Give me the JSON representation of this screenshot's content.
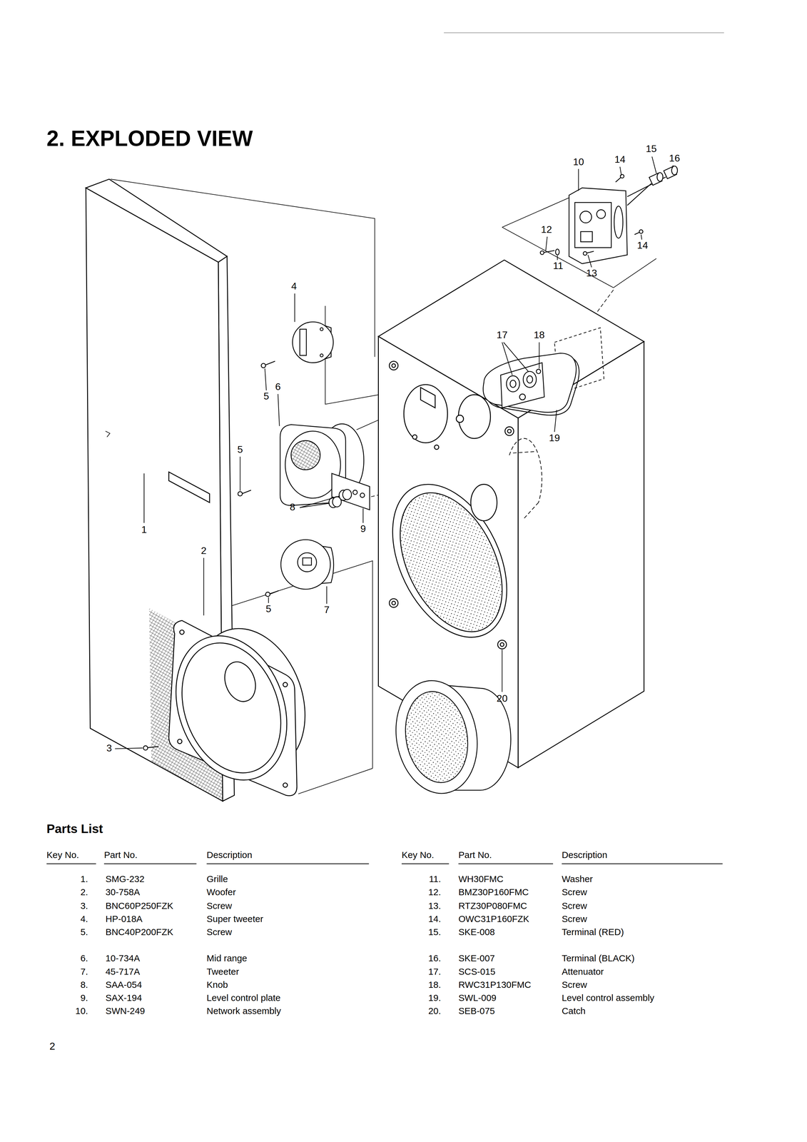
{
  "diagram": {
    "title": "2. EXPLODED VIEW",
    "labels": [
      "15",
      "10",
      "14",
      "16",
      "12",
      "14",
      "11",
      "13",
      "4",
      "17",
      "18",
      "5",
      "6",
      "19",
      "5",
      "8",
      "9",
      "1",
      "2",
      "5",
      "7",
      "20",
      "3",
      "Parts List",
      "Key No.",
      "Part No.",
      "Description",
      "Key No.",
      "Part No.",
      "Description",
      "1.",
      "SMG-232",
      "Grille",
      "2.",
      "30-758A",
      "Woofer",
      "3.",
      "BNC60P250FZK",
      "Screw",
      "4.",
      "HP-018A",
      "Super tweeter",
      "5.",
      "BNC40P200FZK",
      "Screw",
      "6.",
      "10-734A",
      "Mid range",
      "7.",
      "45-717A",
      "Tweeter",
      "8.",
      "SAA-054",
      "Knob",
      "9.",
      "SAX-194",
      "Level control plate",
      "10.",
      "SWN-249",
      "Network assembly",
      "11.",
      "WH30FMC",
      "Washer",
      "12.",
      "BMZ30P160FMC",
      "Screw",
      "13.",
      "RTZ30P080FMC",
      "Screw",
      "14.",
      "OWC31P160FZK",
      "Screw",
      "15.",
      "SKE-008",
      "Terminal (RED)",
      "16.",
      "SKE-007",
      "Terminal (BLACK)",
      "17.",
      "SCS-015",
      "Attenuator",
      "18.",
      "RWC31P130FMC",
      "Screw",
      "19.",
      "SWL-009",
      "Level control assembly",
      "20.",
      "SEB-075",
      "Catch",
      "2"
    ]
  }
}
